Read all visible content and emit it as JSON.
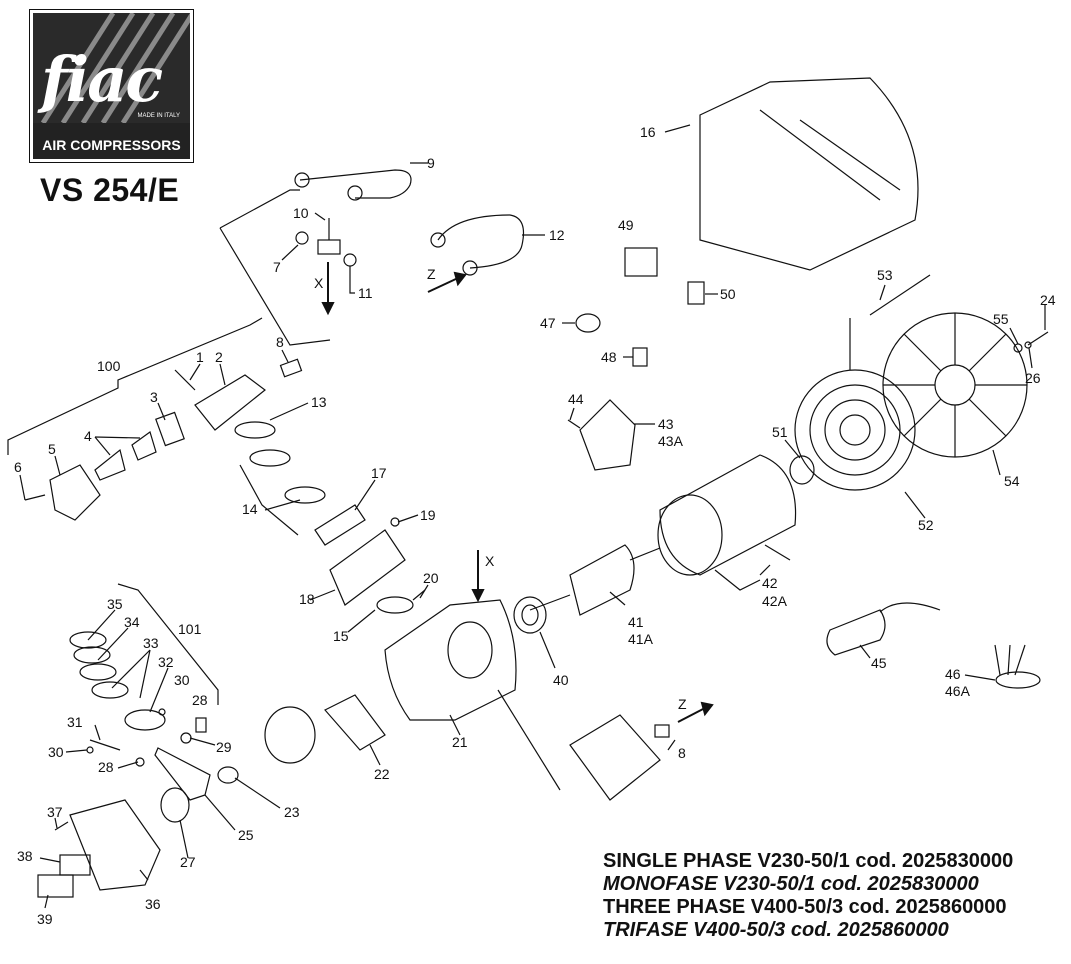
{
  "brand": {
    "logo_text": "fiac",
    "made_in": "MADE IN ITALY",
    "tagline": "AIR COMPRESSORS"
  },
  "model": "VS 254/E",
  "captions": {
    "single_en": "SINGLE PHASE V230-50/1 cod. 2025830000",
    "single_it": "MONOFASE V230-50/1 cod. 2025830000",
    "three_en": "THREE PHASE V400-50/3 cod. 2025860000",
    "three_it": "TRIFASE V400-50/3 cod. 2025860000"
  },
  "labels": {
    "l1": "1",
    "l2": "2",
    "l3": "3",
    "l4": "4",
    "l5": "5",
    "l6": "6",
    "l7": "7",
    "l8a": "8",
    "l8b": "8",
    "l9": "9",
    "l10": "10",
    "l11": "11",
    "l12": "12",
    "l13": "13",
    "l14": "14",
    "l15": "15",
    "l16": "16",
    "l17": "17",
    "l18": "18",
    "l19": "19",
    "l20": "20",
    "l21": "21",
    "l22": "22",
    "l23": "23",
    "l24": "24",
    "l25": "25",
    "l26": "26",
    "l27": "27",
    "l28a": "28",
    "l28b": "28",
    "l29": "29",
    "l30a": "30",
    "l30b": "30",
    "l31": "31",
    "l32": "32",
    "l33": "33",
    "l34": "34",
    "l35": "35",
    "l36": "36",
    "l37": "37",
    "l38": "38",
    "l39": "39",
    "l40": "40",
    "l41": "41",
    "l41a": "41A",
    "l42": "42",
    "l42a": "42A",
    "l43": "43",
    "l43a": "43A",
    "l44": "44",
    "l45": "45",
    "l46": "46",
    "l46a": "46A",
    "l47": "47",
    "l48": "48",
    "l49": "49",
    "l50": "50",
    "l51": "51",
    "l52": "52",
    "l53": "53",
    "l54": "54",
    "l55": "55",
    "l100": "100",
    "l101": "101",
    "x1": "X",
    "x2": "X",
    "z1": "Z",
    "z2": "Z"
  }
}
